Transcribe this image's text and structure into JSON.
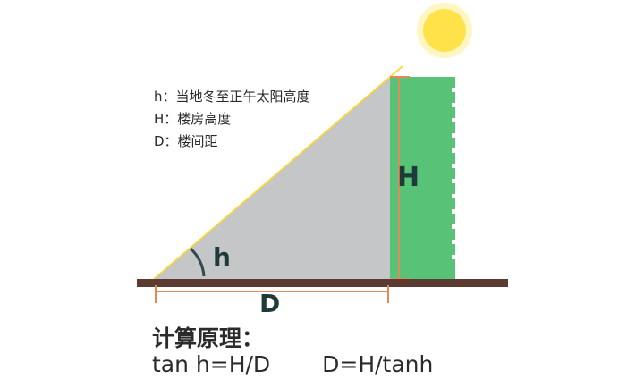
{
  "legend": {
    "h_line": "h：当地冬至正午太阳高度",
    "H_line": "H：楼房高度",
    "D_line": "D：楼间距"
  },
  "labels": {
    "angle": "h",
    "height": "H",
    "distance": "D"
  },
  "principle": {
    "title": "计算原理：",
    "formula_1": "tan h=H/D",
    "formula_2": "D=H/tanh"
  },
  "colors": {
    "sun": "#ffe24a",
    "sun_glow": "#fff6c2",
    "shadow_triangle": "#c4c6c7",
    "building": "#58c377",
    "ground": "#5b3a32",
    "measure_lines": "#e08a5a",
    "sun_ray": "#ffd62a",
    "label_text": "#1f3a3a"
  },
  "icons": {
    "sun": "sun-icon",
    "angle_arc": "angle-arc-icon"
  }
}
